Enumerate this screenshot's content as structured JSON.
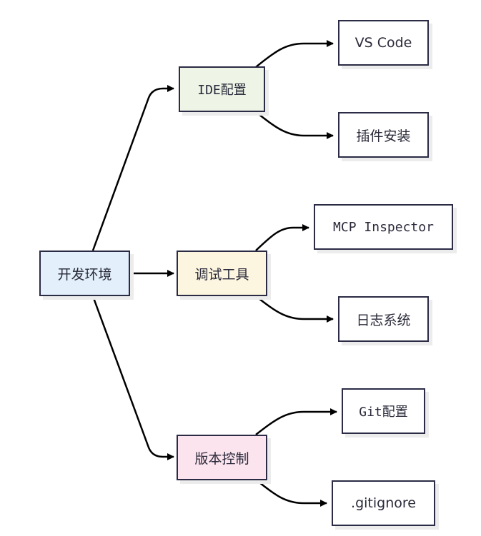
{
  "diagram": {
    "type": "mindmap-flowchart",
    "root": {
      "id": "root",
      "label": "开发环境",
      "fill": "#e3f0fc"
    },
    "branches": [
      {
        "id": "ide",
        "label": "IDE配置",
        "fill": "#eef4e6",
        "children": [
          {
            "id": "vscode",
            "label": "VS Code"
          },
          {
            "id": "plugins",
            "label": "插件安装"
          }
        ]
      },
      {
        "id": "debug",
        "label": "调试工具",
        "fill": "#fcf5e0",
        "children": [
          {
            "id": "mcp",
            "label": "MCP Inspector"
          },
          {
            "id": "logs",
            "label": "日志系统"
          }
        ]
      },
      {
        "id": "vcs",
        "label": "版本控制",
        "fill": "#fbe4ee",
        "children": [
          {
            "id": "git",
            "label": "Git配置"
          },
          {
            "id": "gitignore",
            "label": ".gitignore"
          }
        ]
      }
    ],
    "edges": [
      [
        "root",
        "ide"
      ],
      [
        "root",
        "debug"
      ],
      [
        "root",
        "vcs"
      ],
      [
        "ide",
        "vscode"
      ],
      [
        "ide",
        "plugins"
      ],
      [
        "debug",
        "mcp"
      ],
      [
        "debug",
        "logs"
      ],
      [
        "vcs",
        "git"
      ],
      [
        "vcs",
        "gitignore"
      ]
    ],
    "colors": {
      "border": "#2b2b45",
      "edge": "#000000",
      "leaf_fill": "#ffffff"
    }
  }
}
